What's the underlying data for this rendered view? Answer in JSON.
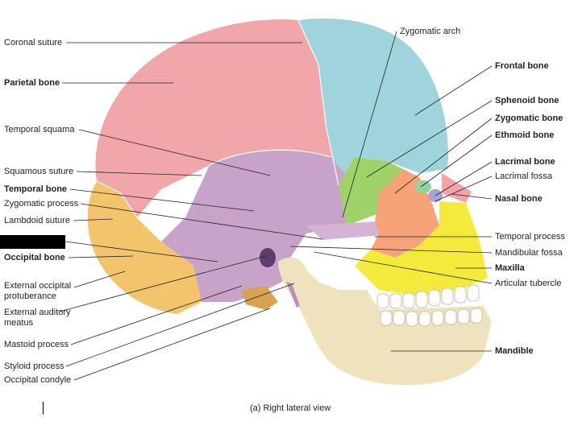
{
  "labels_left": [
    {
      "id": "coronal-suture",
      "text": "Coronal suture",
      "bold": false
    },
    {
      "id": "parietal-bone",
      "text": "Parietal bone",
      "bold": true
    },
    {
      "id": "temporal-squama",
      "text": "Temporal squama",
      "bold": false
    },
    {
      "id": "squamous-suture",
      "text": "Squamous suture",
      "bold": false
    },
    {
      "id": "temporal-bone",
      "text": "Temporal bone",
      "bold": true
    },
    {
      "id": "zygomatic-process",
      "text": "Zygomatic process",
      "bold": false
    },
    {
      "id": "lambdoid-suture",
      "text": "Lambdoid suture",
      "bold": false
    },
    {
      "id": "occipital-bone",
      "text": "Occipital bone",
      "bold": true
    },
    {
      "id": "external-occipital-protuberance",
      "text": "External occipital\nprotuberance",
      "bold": false
    },
    {
      "id": "external-auditory-meatus",
      "text": "External auditory\nmeatus",
      "bold": false
    },
    {
      "id": "mastoid-process",
      "text": "Mastoid process",
      "bold": false
    },
    {
      "id": "styloid-process",
      "text": "Styloid process",
      "bold": false
    },
    {
      "id": "occipital-condyle",
      "text": "Occipital condyle",
      "bold": false
    }
  ],
  "labels_right": [
    {
      "id": "zygomatic-arch",
      "text": "Zygomatic arch",
      "bold": false
    },
    {
      "id": "frontal-bone",
      "text": "Frontal bone",
      "bold": true
    },
    {
      "id": "sphenoid-bone",
      "text": "Sphenoid bone",
      "bold": true
    },
    {
      "id": "zygomatic-bone",
      "text": "Zygomatic bone",
      "bold": true
    },
    {
      "id": "ethmoid-bone",
      "text": "Ethmoid bone",
      "bold": true
    },
    {
      "id": "lacrimal-bone",
      "text": "Lacrimal bone",
      "bold": true
    },
    {
      "id": "lacrimal-fossa",
      "text": "Lacrimal fossa",
      "bold": false
    },
    {
      "id": "nasal-bone",
      "text": "Nasal bone",
      "bold": true
    },
    {
      "id": "temporal-process",
      "text": "Temporal process",
      "bold": false
    },
    {
      "id": "mandibular-fossa",
      "text": "Mandibular fossa",
      "bold": false
    },
    {
      "id": "maxilla",
      "text": "Maxilla",
      "bold": true
    },
    {
      "id": "articular-tubercle",
      "text": "Articular tubercle",
      "bold": false
    },
    {
      "id": "mandible",
      "text": "Mandible",
      "bold": true
    }
  ],
  "caption": "(a) Right lateral view",
  "colors": {
    "parietal": "#f1a7a9",
    "frontal": "#9fd4dc",
    "temporal": "#c7a2c9",
    "occipital": "#f2c46c",
    "sphenoid": "#9fd36a",
    "zygomatic": "#f7a37a",
    "maxilla": "#f3ea3b",
    "mandible": "#efe3bd",
    "nasal": "#f5a3a6",
    "lacrimal": "#a9a2d6",
    "ethmoid": "#8fd3a0",
    "leader": "#222222",
    "redaction": "#000000"
  }
}
